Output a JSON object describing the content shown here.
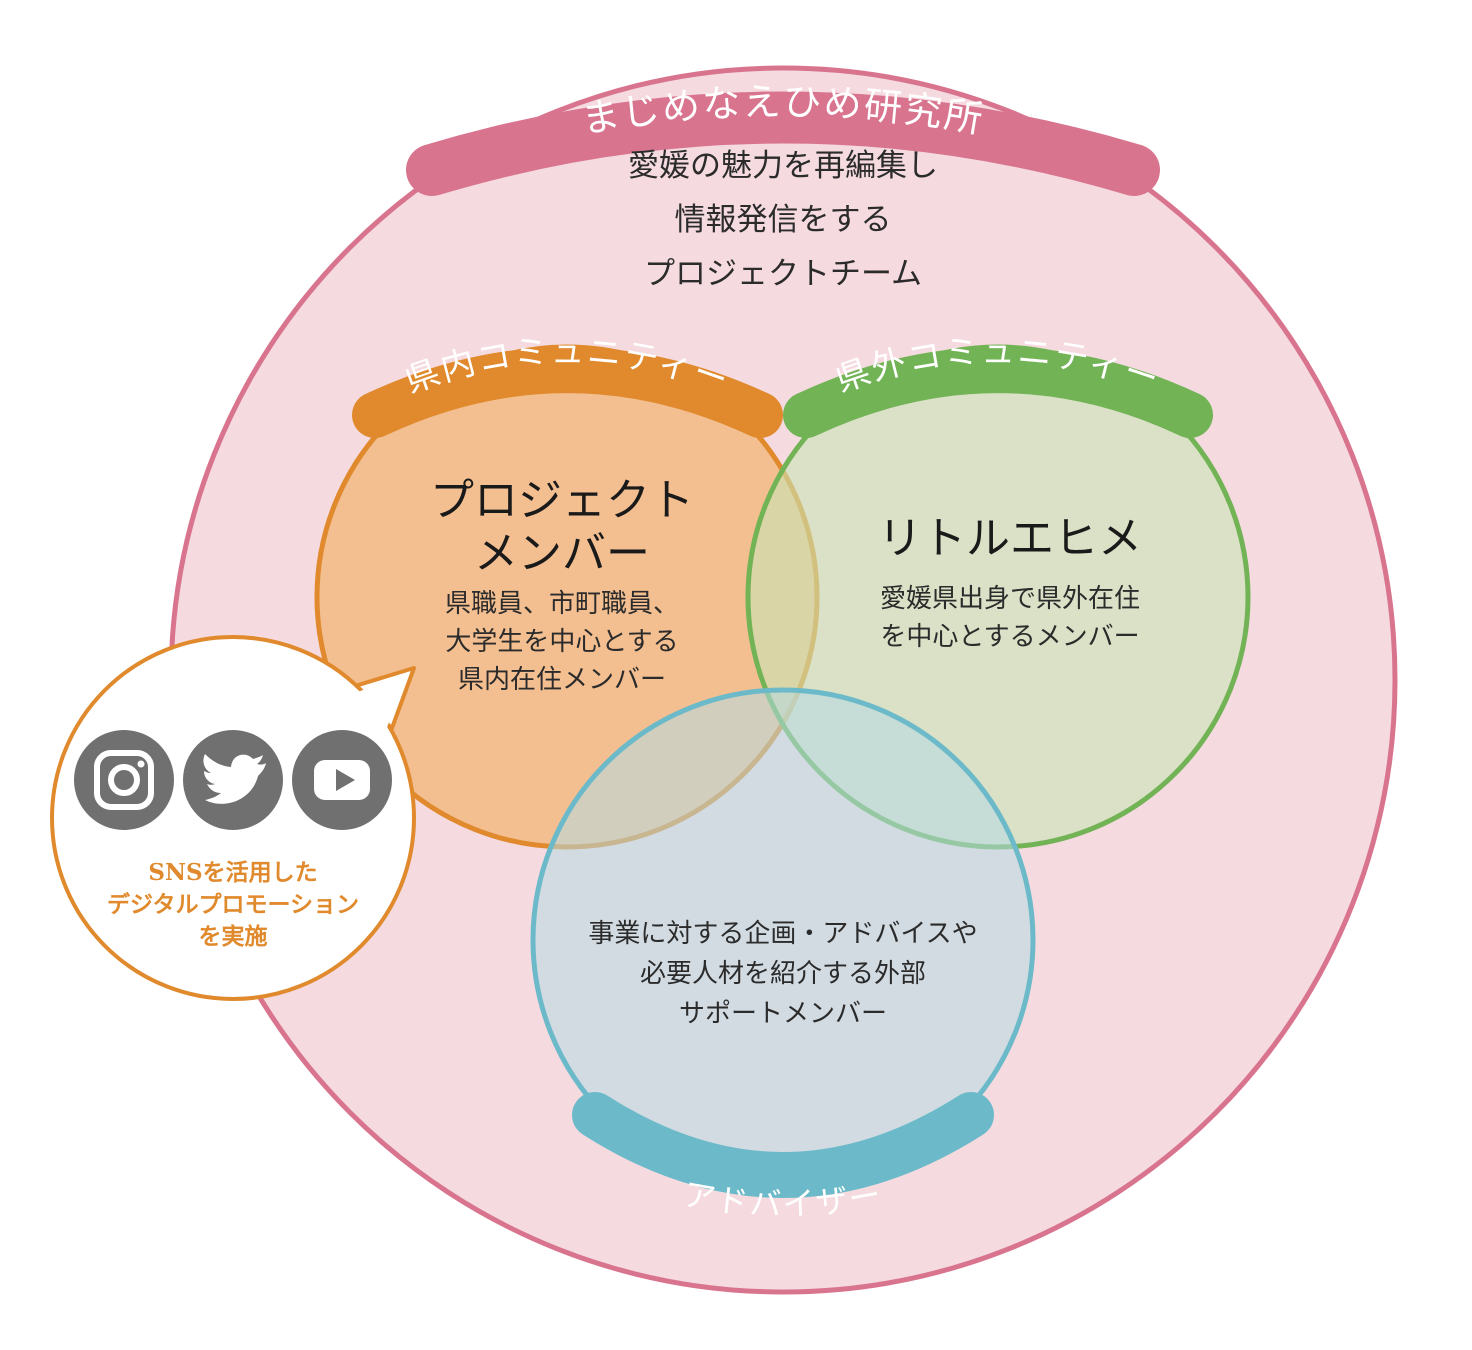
{
  "outer": {
    "label": "まじめなえひめ研究所",
    "description": [
      "愛媛の魅力を再編集し",
      "情報発信をする",
      "プロジェクトチーム"
    ]
  },
  "circles": {
    "inside": {
      "label": "県内コミュニティー",
      "title": [
        "プロジェクト",
        "メンバー"
      ],
      "description": [
        "県職員、市町職員、",
        "大学生を中心とする",
        "県内在住メンバー"
      ]
    },
    "outside": {
      "label": "県外コミュニティー",
      "title": [
        "リトルエヒメ"
      ],
      "description": [
        "愛媛県出身で県外在住",
        "を中心とするメンバー"
      ]
    },
    "advisor": {
      "label": "アドバイザー",
      "description": [
        "事業に対する企画・アドバイスや",
        "必要人材を紹介する外部",
        "サポートメンバー"
      ]
    }
  },
  "sns": {
    "icons": [
      "instagram-icon",
      "twitter-icon",
      "youtube-icon"
    ],
    "text": [
      "SNSを活用した",
      "デジタルプロモーション",
      "を実施"
    ]
  },
  "colors": {
    "outer_stroke": "#d9748f",
    "outer_fill": "#f5dbe0",
    "inside_stroke": "#e08a2d",
    "outside_stroke": "#72b356",
    "advisor_stroke": "#6cbac9",
    "icon_gray": "#707070"
  }
}
